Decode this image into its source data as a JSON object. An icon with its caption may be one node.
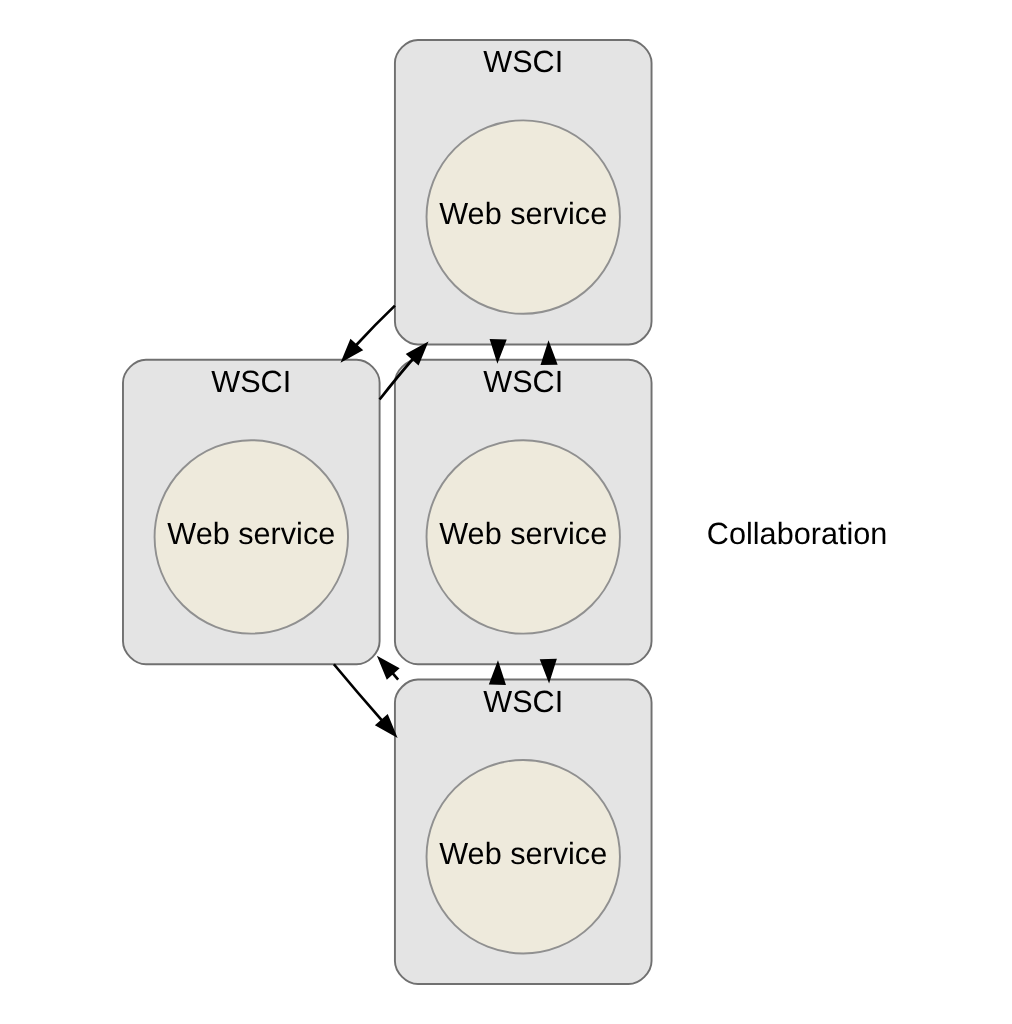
{
  "diagram": {
    "nodes": [
      {
        "text": [
          "WSCI"
        ]
      },
      {
        "text": [
          "Web service"
        ],
        "in": 0
      },
      {
        "text": [
          "WSCI"
        ]
      },
      {
        "text": [
          "Web service"
        ],
        "in": 2
      },
      {
        "text": [
          "WSCI"
        ]
      },
      {
        "text": [
          "Web service"
        ],
        "in": 4
      },
      {
        "text": [
          "WSCI"
        ]
      },
      {
        "text": [
          "Web service"
        ],
        "in": 6
      }
    ],
    "edges": [
      {
        "from": 0,
        "to": 2,
        "arrow": "to"
      },
      {
        "from": 2,
        "to": 0,
        "arrow": "to"
      },
      {
        "from": 0,
        "to": 4,
        "arrow": "to"
      },
      {
        "from": 4,
        "to": 0,
        "arrow": "to"
      },
      {
        "from": 2,
        "to": 6,
        "arrow": "to"
      },
      {
        "from": 6,
        "to": 2,
        "arrow": "to"
      },
      {
        "from": 6,
        "to": 4,
        "arrow": "to"
      },
      {
        "from": 4,
        "to": 6,
        "arrow": "to"
      }
    ],
    "labels": [
      "Collaboration"
    ]
  }
}
